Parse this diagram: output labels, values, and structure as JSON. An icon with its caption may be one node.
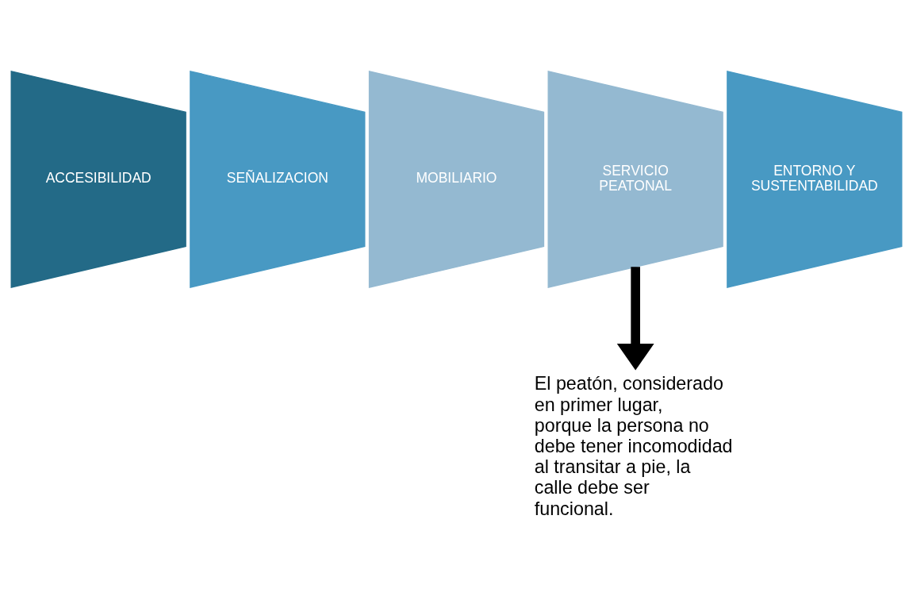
{
  "diagram": {
    "nodes": [
      {
        "text": [
          "ACCESIBILIDAD"
        ]
      },
      {
        "text": [
          "SEÑALIZACION"
        ]
      },
      {
        "text": [
          "MOBILIARIO"
        ]
      },
      {
        "text": [
          "SERVICIO PEATONAL"
        ]
      },
      {
        "text": [
          "ENTORNO Y SUSTENTABILIDAD"
        ]
      },
      {
        "text": [
          "El peatón, considerado en primer lugar, porque la persona no debe tener incomodidad al transitar a pie, la calle debe ser funcional."
        ]
      }
    ],
    "edges": [
      {
        "from": 3,
        "to": 5,
        "arrow": "to"
      }
    ]
  }
}
